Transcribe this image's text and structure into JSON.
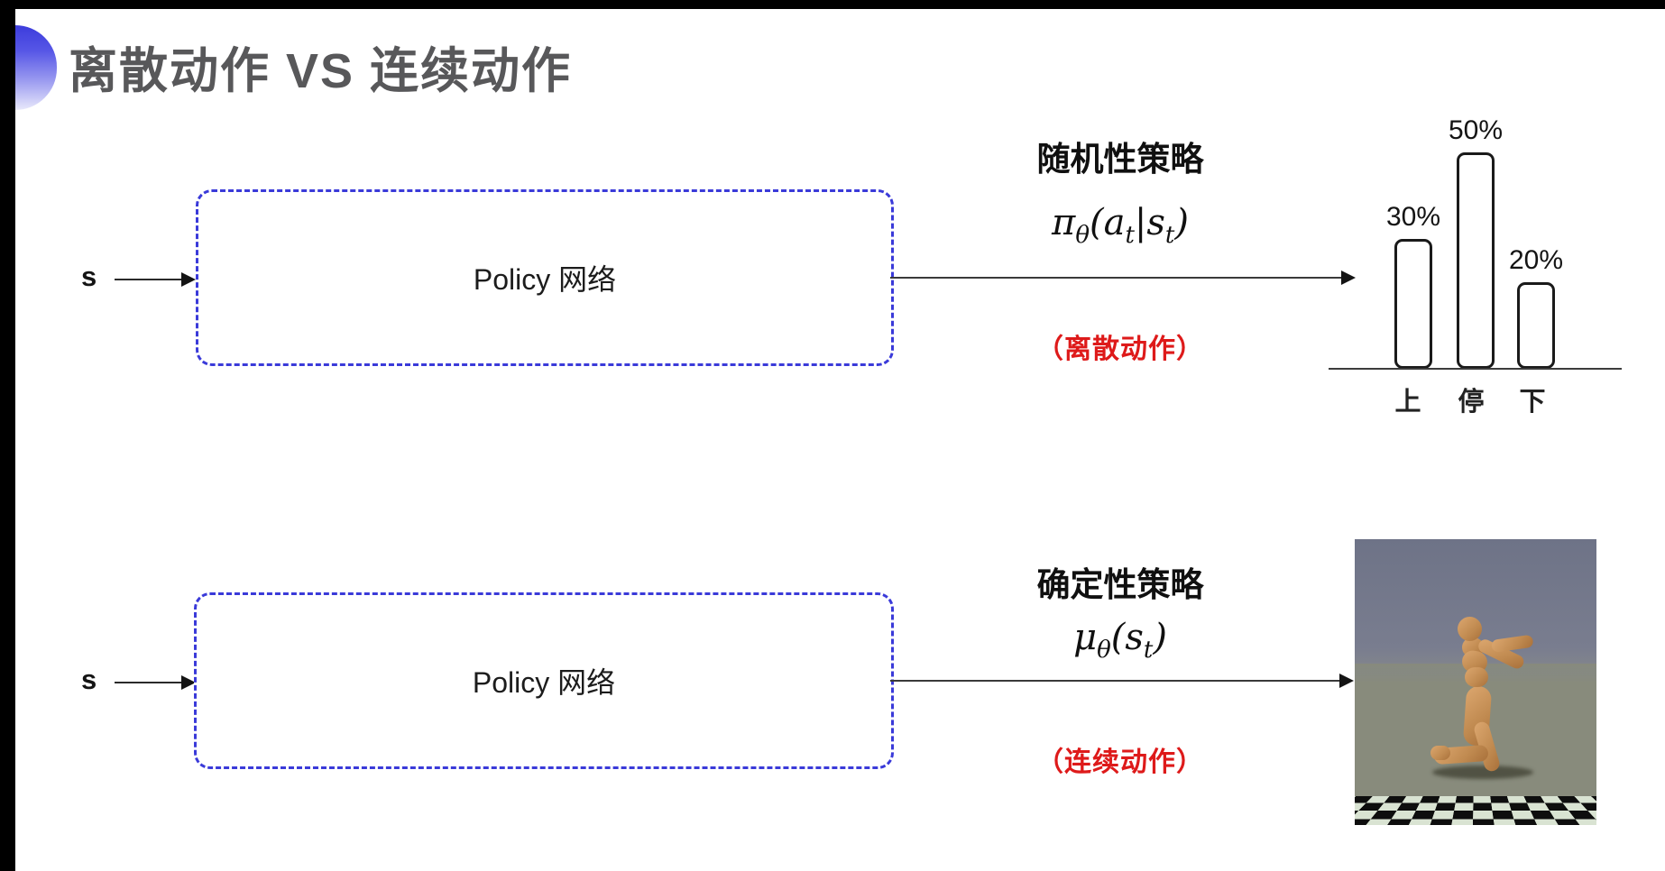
{
  "title": {
    "text": "离散动作 VS 连续动作"
  },
  "colors": {
    "accent_blue": "#3a3ad9",
    "caption_red": "#de1a1a",
    "title_gray": "#58585a",
    "ink": "#141414",
    "background": "#ffffff",
    "frame": "#000000"
  },
  "icons": {
    "title_bullet": "blue-gradient-semicircle",
    "robot_picture": "mujoco-humanoid-on-checkerboard"
  },
  "sections": {
    "top": {
      "input_label": "s",
      "box_label": "Policy 网络",
      "policy_title": "随机性策略",
      "formula": {
        "main1": "π",
        "sub1": "θ",
        "main2": "(a",
        "sub2": "t",
        "main3": "|s",
        "sub3": "t",
        "main4": ")"
      },
      "caption": "（离散动作）"
    },
    "bottom": {
      "input_label": "s",
      "box_label": "Policy 网络",
      "policy_title": "确定性策略",
      "formula": {
        "main1": "μ",
        "sub1": "θ",
        "main2": "(s",
        "sub2": "t",
        "main3": ")"
      },
      "caption": "（连续动作）"
    }
  },
  "chart_data": {
    "type": "bar",
    "categories": [
      "上",
      "停",
      "下"
    ],
    "values": [
      30,
      50,
      20
    ],
    "value_labels": [
      "30%",
      "50%",
      "20%"
    ],
    "title": "",
    "xlabel": "",
    "ylabel": "",
    "ylim": [
      0,
      52
    ],
    "grid": false,
    "legend": "none",
    "bar_style": "outlined-white-rounded"
  }
}
